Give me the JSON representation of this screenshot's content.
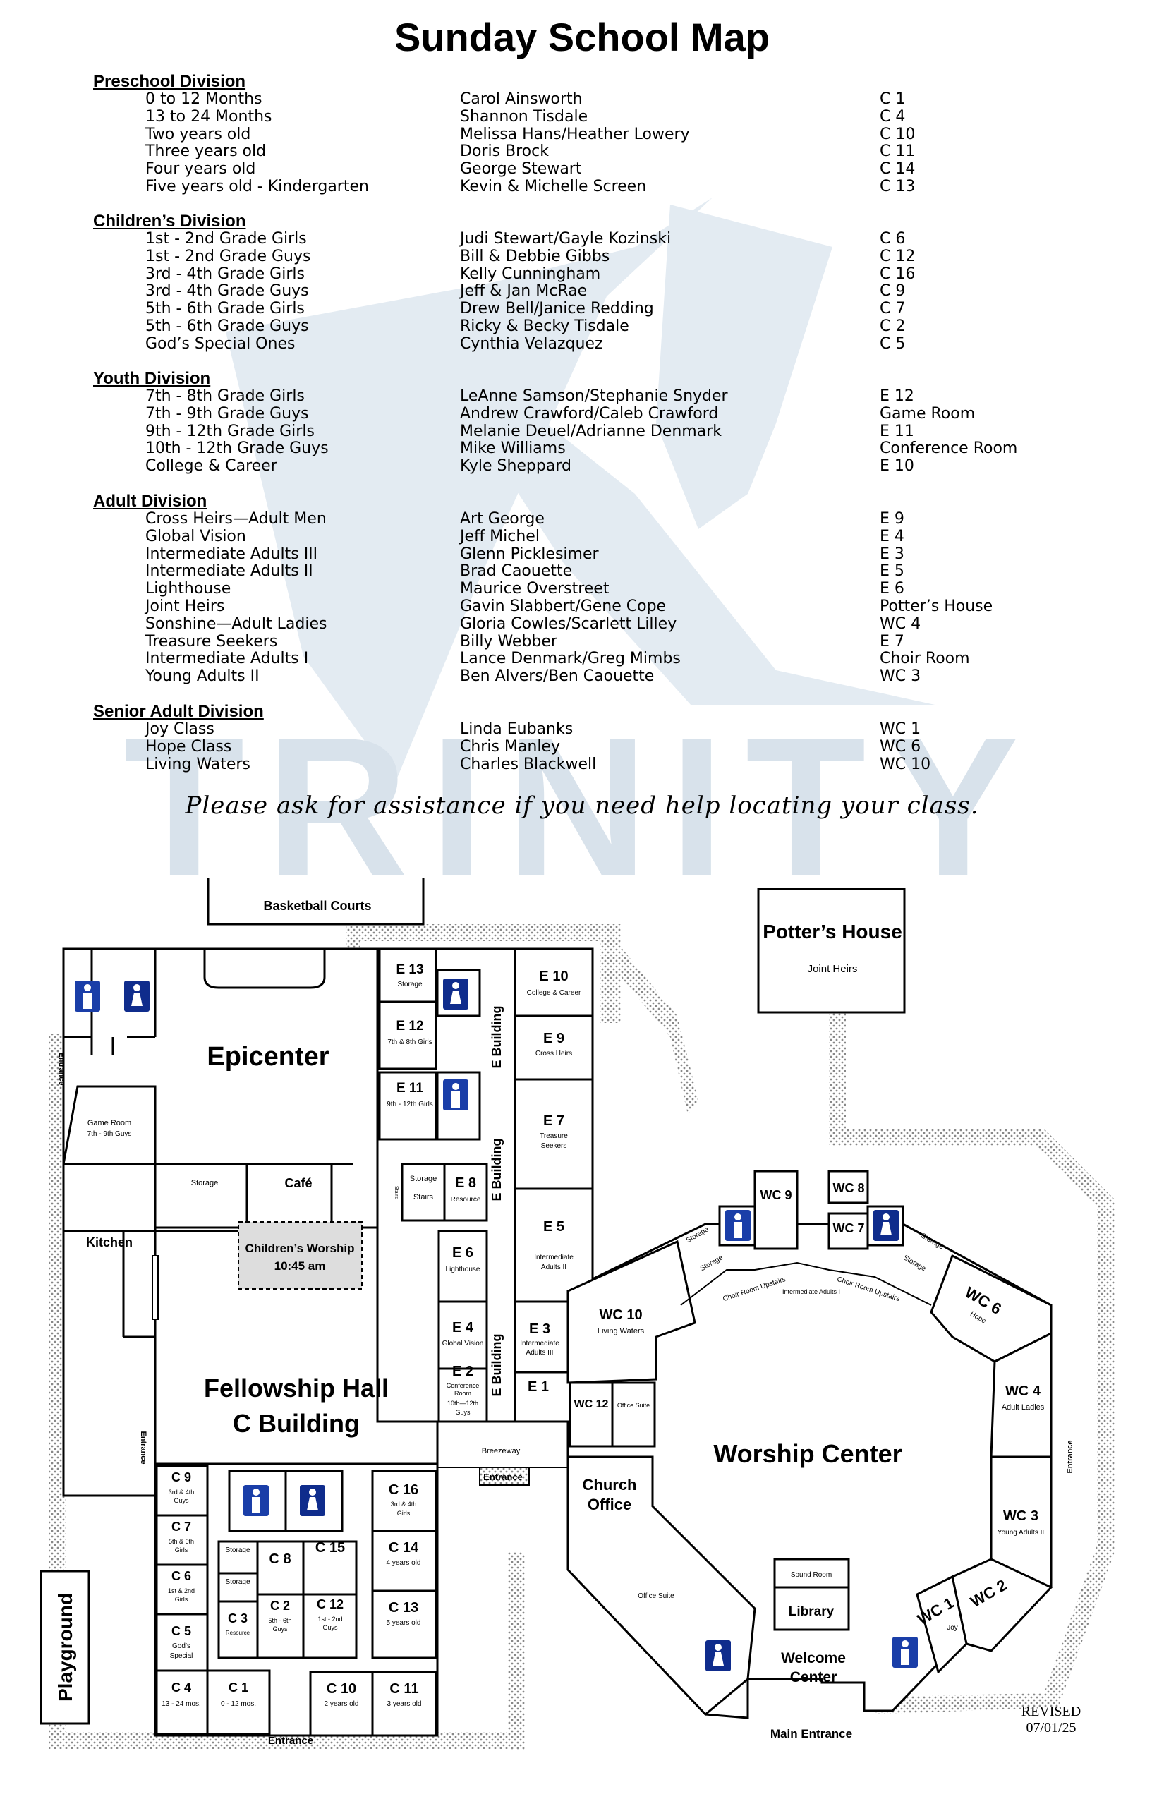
{
  "title": "Sunday School Map",
  "watermark_text": "TRINITY",
  "divisions": [
    {
      "name": "Preschool Division",
      "classes": [
        {
          "cls": "0 to 12 Months",
          "teacher": "Carol Ainsworth",
          "room": "C 1"
        },
        {
          "cls": "13 to 24 Months",
          "teacher": "Shannon Tisdale",
          "room": "C 4"
        },
        {
          "cls": "Two years old",
          "teacher": "Melissa Hans/Heather Lowery",
          "room": "C 10"
        },
        {
          "cls": "Three years old",
          "teacher": "Doris Brock",
          "room": "C 11"
        },
        {
          "cls": "Four years old",
          "teacher": "George Stewart",
          "room": "C 14"
        },
        {
          "cls": "Five years old - Kindergarten",
          "teacher": "Kevin & Michelle Screen",
          "room": "C 13"
        }
      ]
    },
    {
      "name": "Children’s Division",
      "classes": [
        {
          "cls": "1st - 2nd Grade Girls",
          "teacher": "Judi Stewart/Gayle Kozinski",
          "room": "C 6"
        },
        {
          "cls": "1st - 2nd Grade Guys",
          "teacher": "Bill & Debbie Gibbs",
          "room": "C 12"
        },
        {
          "cls": "3rd - 4th Grade Girls",
          "teacher": "Kelly Cunningham",
          "room": "C 16"
        },
        {
          "cls": "3rd - 4th Grade Guys",
          "teacher": "Jeff & Jan McRae",
          "room": "C 9"
        },
        {
          "cls": "5th - 6th Grade Girls",
          "teacher": "Drew Bell/Janice Redding",
          "room": "C 7"
        },
        {
          "cls": "5th - 6th Grade Guys",
          "teacher": "Ricky & Becky Tisdale",
          "room": "C 2"
        },
        {
          "cls": "God’s Special Ones",
          "teacher": "Cynthia Velazquez",
          "room": "C 5"
        }
      ]
    },
    {
      "name": "Youth Division",
      "classes": [
        {
          "cls": "7th - 8th Grade Girls",
          "teacher": "LeAnne Samson/Stephanie Snyder",
          "room": "E 12"
        },
        {
          "cls": "7th - 9th Grade Guys",
          "teacher": "Andrew Crawford/Caleb Crawford",
          "room": "Game Room"
        },
        {
          "cls": "9th - 12th Grade Girls",
          "teacher": "Melanie Deuel/Adrianne Denmark",
          "room": "E 11"
        },
        {
          "cls": "10th - 12th Grade Guys",
          "teacher": "Mike Williams",
          "room": "Conference Room"
        },
        {
          "cls": "College & Career",
          "teacher": "Kyle Sheppard",
          "room": "E 10"
        }
      ]
    },
    {
      "name": "Adult Division",
      "classes": [
        {
          "cls": "Cross Heirs—Adult Men",
          "teacher": "Art George",
          "room": "E 9"
        },
        {
          "cls": "Global Vision",
          "teacher": "Jeff Michel",
          "room": "E 4"
        },
        {
          "cls": "Intermediate Adults III",
          "teacher": "Glenn Picklesimer",
          "room": "E 3"
        },
        {
          "cls": "Intermediate Adults II",
          "teacher": "Brad Caouette",
          "room": "E 5"
        },
        {
          "cls": "Lighthouse",
          "teacher": "Maurice Overstreet",
          "room": "E 6"
        },
        {
          "cls": "Joint Heirs",
          "teacher": "Gavin Slabbert/Gene Cope",
          "room": "Potter’s House"
        },
        {
          "cls": "Sonshine—Adult Ladies",
          "teacher": "Gloria Cowles/Scarlett Lilley",
          "room": "WC 4"
        },
        {
          "cls": "Treasure Seekers",
          "teacher": "Billy Webber",
          "room": "E 7"
        },
        {
          "cls": "Intermediate Adults I",
          "teacher": "Lance Denmark/Greg Mimbs",
          "room": "Choir Room"
        },
        {
          "cls": "Young Adults II",
          "teacher": "Ben Alvers/Ben Caouette",
          "room": "WC 3"
        }
      ]
    },
    {
      "name": "Senior Adult Division",
      "classes": [
        {
          "cls": "Joy Class",
          "teacher": "Linda Eubanks",
          "room": "WC 1"
        },
        {
          "cls": "Hope Class",
          "teacher": "Chris Manley",
          "room": "WC 6"
        },
        {
          "cls": "Living Waters",
          "teacher": "Charles Blackwell",
          "room": "WC 10"
        }
      ]
    }
  ],
  "note": "Please ask for assistance if you need help locating your class.",
  "revised": {
    "label": "REVISED",
    "date": "07/01/25"
  },
  "map": {
    "basketball": "Basketball Courts",
    "potters_house": "Potter’s House",
    "joint_heirs": "Joint Heirs",
    "epicenter": "Epicenter",
    "entrance": "Entrance",
    "game_room": "Game Room",
    "game_room_sub": "7th - 9th Guys",
    "kitchen": "Kitchen",
    "storage": "Storage",
    "cafe": "Café",
    "stairs": "Stairs",
    "resource": "Resource",
    "childrens_worship": "Children’s Worship",
    "childrens_worship_time": "10:45 am",
    "e_building": "E Building",
    "e13": "E 13",
    "e13s": "Storage",
    "e12": "E 12",
    "e12s": "7th & 8th Girls",
    "e11": "E 11",
    "e11s": "9th - 12th Girls",
    "e10": "E 10",
    "e10s": "College & Career",
    "e9": "E 9",
    "e9s": "Cross Heirs",
    "e7": "E 7",
    "e7s1": "Treasure",
    "e7s2": "Seekers",
    "e8": "E 8",
    "e6": "E 6",
    "e6s": "Lighthouse",
    "e5": "E 5",
    "e5s1": "Intermediate",
    "e5s2": "Adults II",
    "e4": "E 4",
    "e4s": "Global Vision",
    "e3": "E 3",
    "e3s1": "Intermediate",
    "e3s2": "Adults III",
    "e2": "E 2",
    "e2s1": "Conference",
    "e2s2": "Room",
    "e2s3": "10th—12th",
    "e2s4": "Guys",
    "e1": "E 1",
    "fellowship1": "Fellowship Hall",
    "fellowship2": "C Building",
    "breezeway": "Breezeway",
    "c9": "C 9",
    "c9s1": "3rd & 4th",
    "c9s2": "Guys",
    "c7": "C 7",
    "c7s1": "5th & 6th",
    "c7s2": "Girls",
    "c6": "C 6",
    "c6s1": "1st & 2nd",
    "c6s2": "Girls",
    "c5": "C 5",
    "c5s1": "God’s",
    "c5s2": "Special",
    "c4": "C 4",
    "c4s": "13 - 24 mos.",
    "c1": "C 1",
    "c1s": "0 - 12 mos.",
    "c3": "C 3",
    "c3s": "Resource",
    "c8": "C 8",
    "c2": "C 2",
    "c2s1": "5th - 6th",
    "c2s2": "Guys",
    "c15": "C 15",
    "c12": "C 12",
    "c12s1": "1st - 2nd",
    "c12s2": "Guys",
    "c16": "C 16",
    "c16s1": "3rd & 4th",
    "c16s2": "Girls",
    "c14": "C 14",
    "c14s": "4 years old",
    "c13": "C 13",
    "c13s": "5 years old",
    "c10": "C 10",
    "c10s": "2 years old",
    "c11": "C 11",
    "c11s": "3 years old",
    "playground": "Playground",
    "wc9": "WC 9",
    "wc8": "WC 8",
    "wc7": "WC 7",
    "wc10": "WC 10",
    "wc10s": "Living Waters",
    "wc6": "WC 6",
    "wc6s": "Hope",
    "wc4": "WC 4",
    "wc4s": "Adult Ladies",
    "wc12": "WC 12",
    "office_suite": "Office Suite",
    "worship_center": "Worship Center",
    "church_office1": "Church",
    "church_office2": "Office",
    "wc3": "WC 3",
    "wc3s": "Young Adults II",
    "wc2": "WC 2",
    "wc1": "WC 1",
    "wc1s": "Joy",
    "sound_room": "Sound Room",
    "library": "Library",
    "welcome1": "Welcome",
    "welcome2": "Center",
    "main_entrance": "Main Entrance",
    "choir_up": "Choir Room Upstairs",
    "int_adults1": "Intermediate Adults I"
  }
}
